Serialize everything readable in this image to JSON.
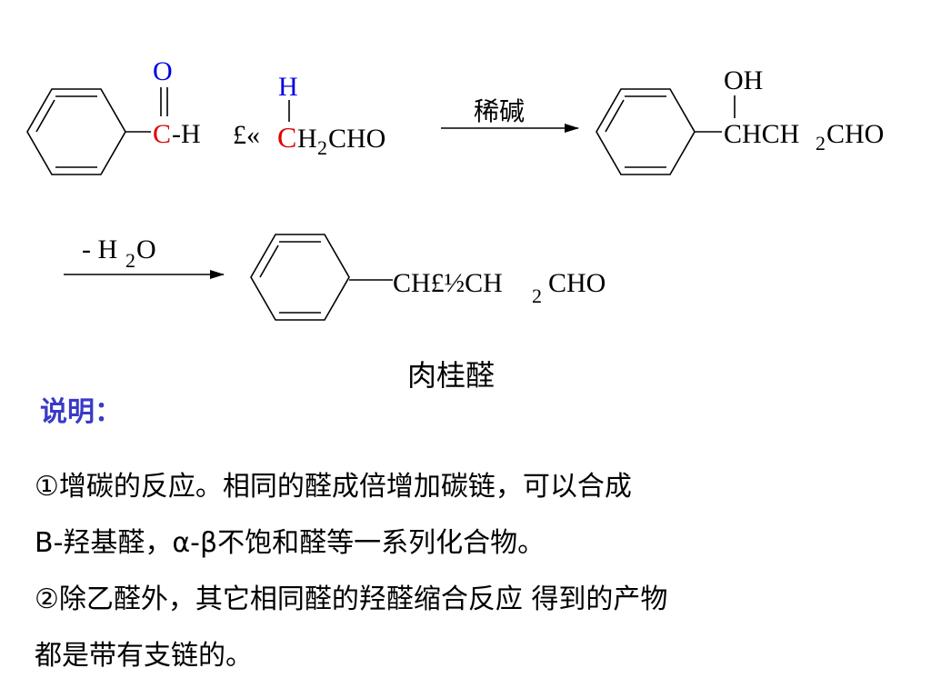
{
  "scheme": {
    "r1": {
      "o": "O",
      "c": "C",
      "h": "-H"
    },
    "plus": "£«",
    "r2": {
      "h": "H",
      "c": "C",
      "h2": "H",
      "sub2": "2",
      "cho": "CHO"
    },
    "arrow1_label": "稀碱",
    "p1": {
      "oh": "OH",
      "main": "CHCH",
      "sub2": "2",
      "cho": "CHO"
    },
    "arrow2_label_a": "- H",
    "arrow2_label_sub": "2",
    "arrow2_label_b": "O",
    "p2": {
      "text": "CH£½CH",
      "sub2": "2",
      "cho": "CHO"
    },
    "colors": {
      "red": "#e00000",
      "blue": "#0000e0"
    }
  },
  "product_name": "肉桂醛",
  "notes": {
    "heading": "说明：",
    "line1": "①增碳的反应。相同的醛成倍增加碳链，可以合成",
    "line2": "B-羟基醛，α-β不饱和醛等一系列化合物。",
    "line3": "②除乙醛外，其它相同醛的羟醛缩合反应 得到的产物",
    "line4": "都是带有支链的。"
  }
}
